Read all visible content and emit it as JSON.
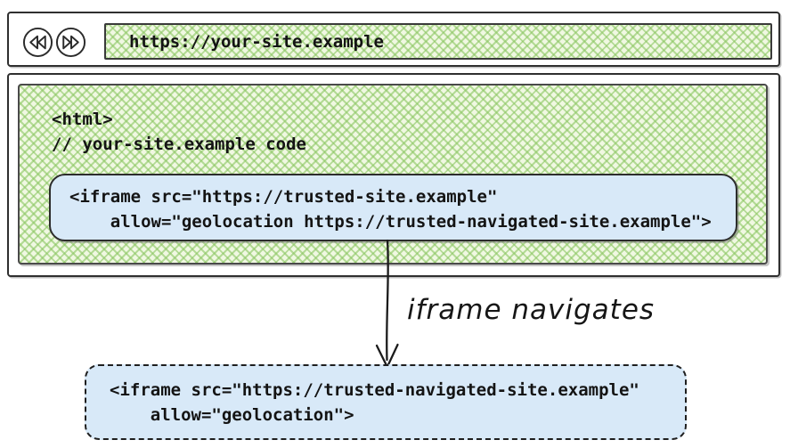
{
  "browser": {
    "toolbar": {
      "back_icon": "rewind-double-left",
      "forward_icon": "fast-forward-double-right",
      "url": "https://your-site.example"
    },
    "page": {
      "code_line_1": "<html>",
      "code_line_2": "// your-site.example code",
      "iframe_box": {
        "line_1": "<iframe src=\"https://trusted-site.example\"",
        "line_2": "    allow=\"geolocation https://trusted-navigated-site.example\">"
      }
    }
  },
  "arrow": {
    "label": "iframe navigates"
  },
  "navigated_iframe_box": {
    "line_1": "<iframe src=\"https://trusted-navigated-site.example\"",
    "line_2": "    allow=\"geolocation\">"
  },
  "colors": {
    "hatch_green": "#8cc763",
    "box_blue": "#d8e9f8",
    "ink": "#2c2c2c"
  }
}
